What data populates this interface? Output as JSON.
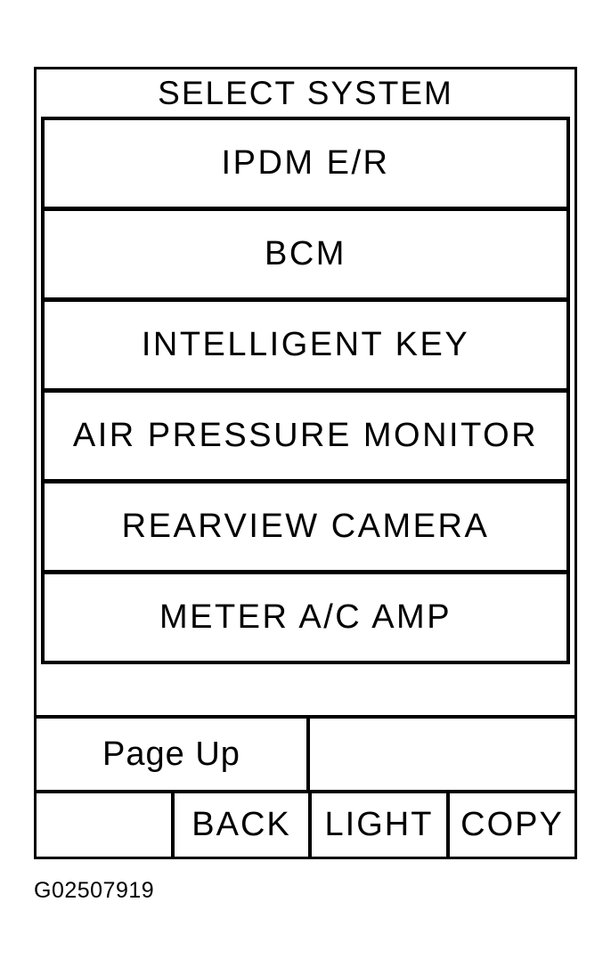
{
  "colors": {
    "ink": "#000000",
    "paper": "#ffffff"
  },
  "screen": {
    "title": "SELECT SYSTEM",
    "system_buttons": [
      {
        "label": "IPDM E/R"
      },
      {
        "label": "BCM"
      },
      {
        "label": "INTELLIGENT KEY"
      },
      {
        "label": "AIR PRESSURE MONITOR"
      },
      {
        "label": "REARVIEW CAMERA"
      },
      {
        "label": "METER A/C AMP"
      }
    ],
    "pager": {
      "page_up_label": "Page Up"
    },
    "softkeys": [
      {
        "label": ""
      },
      {
        "label": "BACK"
      },
      {
        "label": "LIGHT"
      },
      {
        "label": "COPY"
      }
    ]
  },
  "caption": "G02507919"
}
